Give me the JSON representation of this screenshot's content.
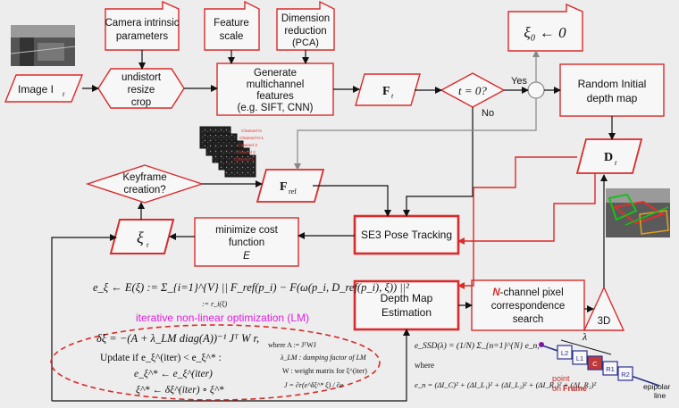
{
  "nodes": {
    "camera_intrinsic": [
      "Camera intrinsic",
      "parameters"
    ],
    "feature_scale": [
      "Feature",
      "scale"
    ],
    "dimension_reduction": [
      "Dimension",
      "reduction",
      "(PCA)"
    ],
    "xi0": "ξ₀ ← 0",
    "image_input": "Image I",
    "image_sub": "t",
    "undistort": [
      "undistort",
      "resize",
      "crop"
    ],
    "generate_features": [
      "Generate",
      "multichannel",
      "features",
      "(e.g. SIFT, CNN)"
    ],
    "ft": "F",
    "ft_sub": "t",
    "t_zero": "t = 0?",
    "yes_label": "Yes",
    "no_label": "No",
    "random_depth": [
      "Random Initial",
      "depth map"
    ],
    "dt": "D",
    "dt_sub": "t",
    "keyframe": [
      "Keyframe",
      "creation?"
    ],
    "fref": "F",
    "fref_sub": "ref",
    "xit": "ξ",
    "xit_sub": "t",
    "minimize_cost": [
      "minimize cost",
      "function",
      "E"
    ],
    "se3": "SE3 Pose Tracking",
    "depth_est": [
      "Depth Map",
      "Estimation"
    ],
    "nchannel": [
      "-channel pixel",
      "correspondence",
      "search"
    ],
    "nchannel_n": "N",
    "three_d": "3D"
  },
  "channels": [
    "Channel N",
    "Channel N-1",
    "Channel 3",
    "Channel 2",
    "Channel 1"
  ],
  "equations": {
    "energy": "e_ξ ← E(ξ) := Σ_{i=1}^{V} || F_ref(p_i) − F(ω(p_i, D_ref(p_i), ξ)) ||²",
    "residual": ":= r_i(ξ)",
    "lm_title": "iterative non-linear optimization (LM)",
    "delta": "δξ = −(A + λ_LM diag(A))⁻¹ Jᵀ W r,",
    "update_if": "Update if  e_ξ^(iter) < e_ξ^* :",
    "update_e": "e_ξ^* ← e_ξ^(iter)",
    "update_xi": "ξ^* ← δξ^(iter) ∘ ξ^*",
    "where_a": "where  A := JᵀWJ",
    "lambda_lm": "λ_LM : damping factor of LM",
    "w_matrix": "W : weight matrix for ξ^(iter)",
    "jacobian": "J = ∂r(e^δξ^* ξ) / ∂e",
    "e_ssd": "e_SSD(λ) = (1/N) Σ_{n=1}^{N} e_n,",
    "where2": "where",
    "e_n": "e_n = (ΔI_C)² + (ΔI_L₁)² + (ΔI_L₂)² + (ΔI_R₁)² + (ΔI_R₂)²"
  },
  "epipolar": {
    "lambda": "λ",
    "cells": [
      "L2",
      "L1",
      "C",
      "R1",
      "R2"
    ],
    "point_label": "point",
    "point_on": "on",
    "frame_label": "Frame",
    "epipolar_label": "epipolar",
    "line_label": "line"
  },
  "colors": {
    "red": "#d92b2b",
    "node_fill": "#f7f7f7",
    "magenta": "#e01ee0",
    "gray_arrow": "#888888",
    "navy": "#2b2f8f"
  }
}
